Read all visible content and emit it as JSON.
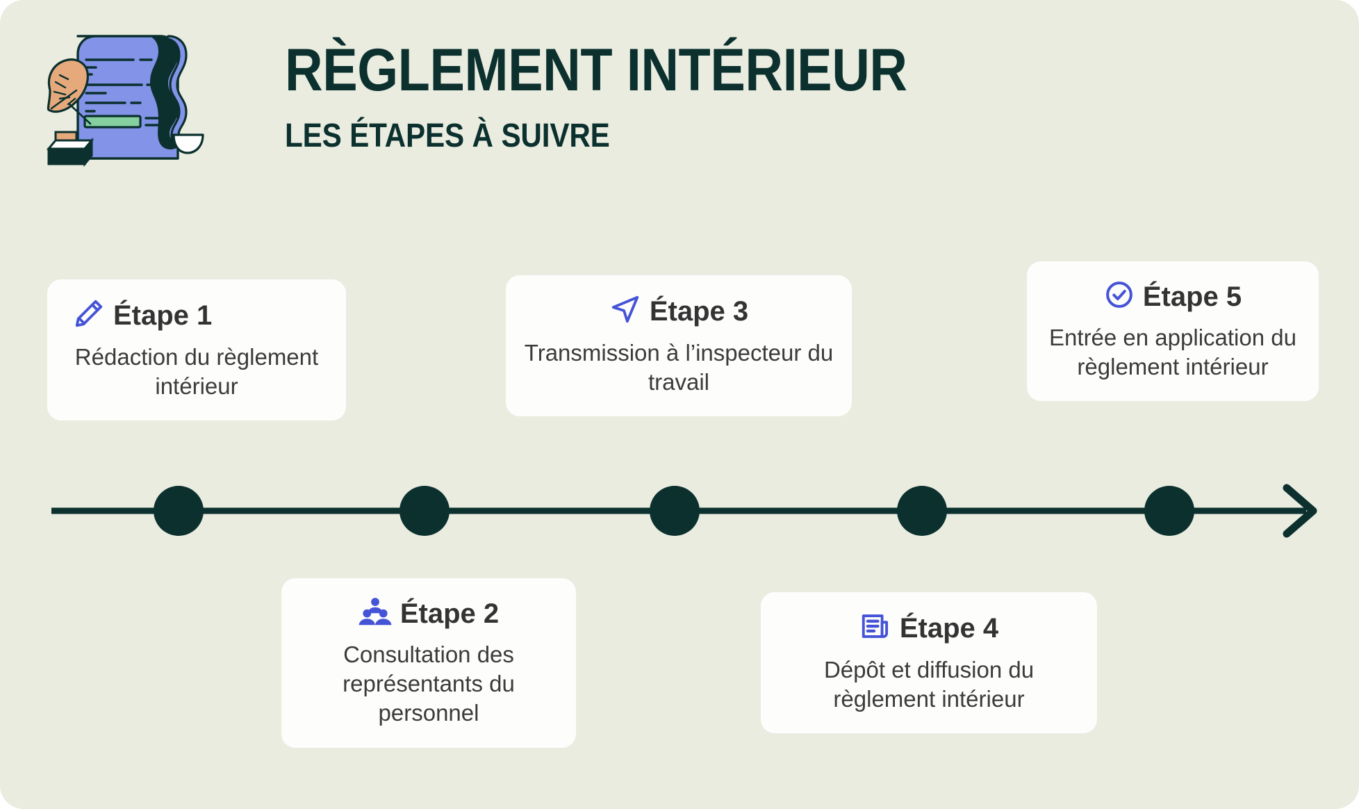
{
  "header": {
    "title": "RÈGLEMENT INTÉRIEUR",
    "subtitle": "LES ÉTAPES À SUIVRE",
    "illustration_name": "scroll-quill-inkwell-illustration"
  },
  "colors": {
    "background": "#eaece0",
    "card_background": "#fdfdfc",
    "dark_green": "#0b302e",
    "icon_blue": "#4553d6",
    "illustration_paper": "#8293e8",
    "illustration_feather": "#e5a97c",
    "highlight_green": "#86d0a0",
    "title_text": "#333333",
    "body_text": "#3b3b3b"
  },
  "steps": [
    {
      "id": "step-1",
      "title": "Étape 1",
      "description": "Rédaction du règlement intérieur",
      "icon": "pencil-icon",
      "position": "above"
    },
    {
      "id": "step-2",
      "title": "Étape 2",
      "description": "Consultation des représentants du personnel",
      "icon": "people-group-icon",
      "position": "below"
    },
    {
      "id": "step-3",
      "title": "Étape 3",
      "description": "Transmission à l’inspecteur du travail",
      "icon": "navigation-arrow-icon",
      "position": "above"
    },
    {
      "id": "step-4",
      "title": "Étape 4",
      "description": "Dépôt et diffusion du règlement intérieur",
      "icon": "document-lines-icon",
      "position": "below"
    },
    {
      "id": "step-5",
      "title": "Étape 5",
      "description": "Entrée en application du règlement intérieur",
      "icon": "check-circle-icon",
      "position": "above"
    }
  ],
  "timeline": {
    "name": "horizontal-timeline",
    "marker_count": 5,
    "arrow_direction": "right"
  }
}
